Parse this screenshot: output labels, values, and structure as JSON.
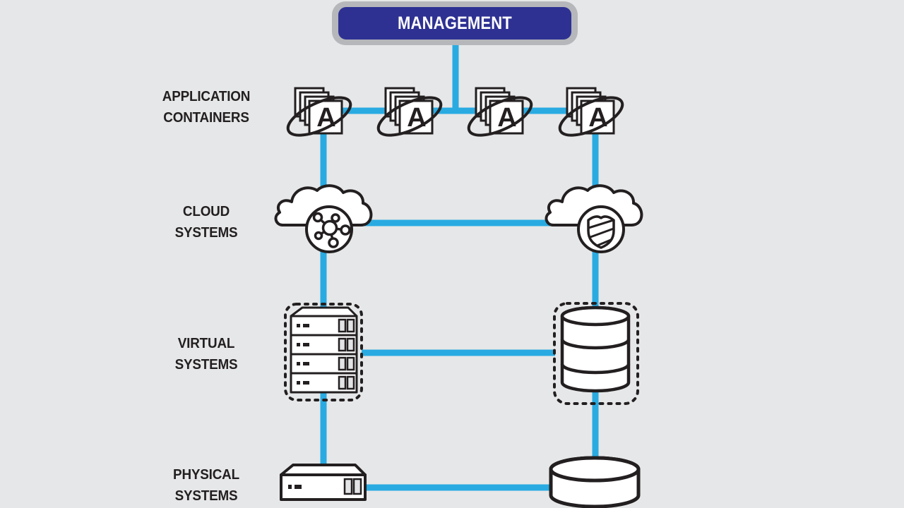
{
  "colors": {
    "background": "#e6e7e8",
    "connector_blue": "#29abe2",
    "management_fill": "#2e3192",
    "management_border": "#b5b7ba",
    "outline": "#231f20",
    "white": "#ffffff",
    "slot_fill": "#e3e4e5"
  },
  "management": {
    "label": "MANAGEMENT"
  },
  "rows": [
    {
      "id": "application-containers",
      "label_line1": "APPLICATION",
      "label_line2": "CONTAINERS"
    },
    {
      "id": "cloud-systems",
      "label_line1": "CLOUD",
      "label_line2": "SYSTEMS"
    },
    {
      "id": "virtual-systems",
      "label_line1": "VIRTUAL",
      "label_line2": "SYSTEMS"
    },
    {
      "id": "physical-systems",
      "label_line1": "PHYSICAL",
      "label_line2": "SYSTEMS"
    }
  ],
  "icons": {
    "container_letter": "A",
    "container_count": 4,
    "cloud_left": "network-cloud",
    "cloud_right": "shield-cloud",
    "virtual_left": "virtual-server-rack",
    "virtual_right": "virtual-database",
    "physical_left": "physical-server",
    "physical_right": "physical-storage-disk"
  }
}
